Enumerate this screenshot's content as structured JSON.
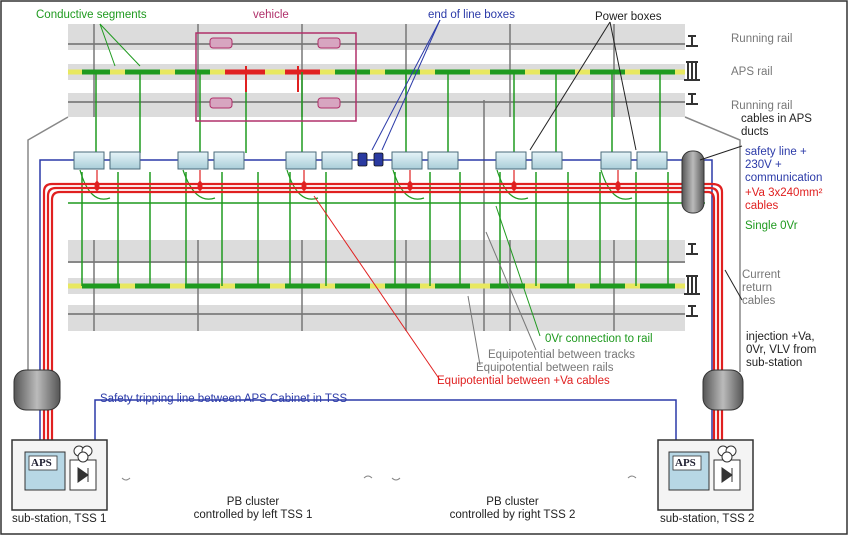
{
  "labels": {
    "conductive_segments": "Conductive segments",
    "vehicle": "vehicle",
    "end_of_line_boxes": "end of line boxes",
    "power_boxes": "Power boxes",
    "running_rail_top": "Running rail",
    "aps_rail": "APS rail",
    "running_rail_second": "Running rail",
    "cables_in_aps_ducts": [
      "cables in APS",
      "ducts"
    ],
    "safety_line": [
      "safety line +",
      "230V +",
      "communication"
    ],
    "va_cables": [
      "+Va 3x240mm²",
      "cables"
    ],
    "single_0vr": "Single 0Vr",
    "current_return_cables": [
      "Current",
      "return",
      "cables"
    ],
    "injection": [
      "injection +Va,",
      "0Vr, VLV from",
      "sub-station"
    ],
    "ovr_connection": "0Vr connection to rail",
    "equip_tracks": "Equipotential between tracks",
    "equip_rails": "Equipotential between rails",
    "equip_va": "Equipotential between +Va cables",
    "safety_tripping": "Safety tripping line between APS Cabinet in TSS",
    "aps_cabinet_left": "APS",
    "aps_cabinet_right": "APS",
    "pb_cluster_left": [
      "PB cluster",
      "controlled by left TSS 1"
    ],
    "pb_cluster_right": [
      "PB cluster",
      "controlled by right TSS 2"
    ],
    "substation_left": "sub-station, TSS 1",
    "substation_right": "sub-station, TSS 2"
  },
  "colors": {
    "green": "#1f9a1f",
    "red": "#e02020",
    "blue": "#2b3aa8",
    "yellow": "#e8e860",
    "track_gray": "#dcdcdc",
    "vehicle_pink": "#b0306a"
  }
}
